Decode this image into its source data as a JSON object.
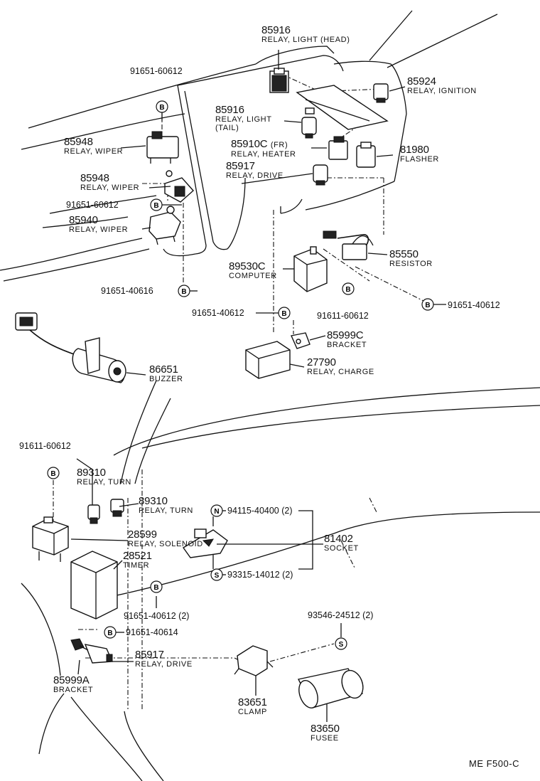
{
  "parts": [
    {
      "id": "head-light-relay",
      "number": "85916",
      "name": "RELAY, LIGHT (HEAD)"
    },
    {
      "id": "ignition-relay",
      "number": "85924",
      "name": "RELAY, IGNITION"
    },
    {
      "id": "tail-light-relay",
      "number": "85916",
      "name": "RELAY, LIGHT",
      "name2": "(TAIL)"
    },
    {
      "id": "heater-relay",
      "number": "85910C",
      "suffix": "(FR)",
      "name": "RELAY, HEATER"
    },
    {
      "id": "flasher",
      "number": "81980",
      "name": "FLASHER"
    },
    {
      "id": "drive-relay-top",
      "number": "85917",
      "name": "RELAY, DRIVE"
    },
    {
      "id": "wiper-relay-1",
      "number": "85948",
      "name": "RELAY, WIPER"
    },
    {
      "id": "wiper-relay-2",
      "number": "85948",
      "name": "RELAY, WIPER"
    },
    {
      "id": "wiper-relay-3",
      "number": "85940",
      "name": "RELAY, WIPER"
    },
    {
      "id": "computer",
      "number": "89530C",
      "name": "COMPUTER"
    },
    {
      "id": "resistor",
      "number": "85550",
      "name": "RESISTOR"
    },
    {
      "id": "bracket-c",
      "number": "85999C",
      "name": "BRACKET"
    },
    {
      "id": "charge-relay",
      "number": "27790",
      "name": "RELAY, CHARGE"
    },
    {
      "id": "buzzer",
      "number": "86651",
      "name": "BUZZER"
    },
    {
      "id": "turn-relay-1",
      "number": "89310",
      "name": "RELAY, TURN"
    },
    {
      "id": "turn-relay-2",
      "number": "89310",
      "name": "RELAY, TURN"
    },
    {
      "id": "solenoid-relay",
      "number": "28599",
      "name": "RELAY, SOLENOID"
    },
    {
      "id": "timer",
      "number": "28521",
      "name": "TIMER"
    },
    {
      "id": "socket",
      "number": "81402",
      "name": "SOCKET"
    },
    {
      "id": "drive-relay-bottom",
      "number": "85917",
      "name": "RELAY, DRIVE"
    },
    {
      "id": "bracket-a",
      "number": "85999A",
      "name": "BRACKET"
    },
    {
      "id": "clamp",
      "number": "83651",
      "name": "CLAMP"
    },
    {
      "id": "fusee",
      "number": "83650",
      "name": "FUSEE"
    }
  ],
  "refs": {
    "r1": "91651-60612",
    "r2": "91651-60612",
    "r3": "91651-40616",
    "r4": "91651-40612",
    "r5": "91611-60612",
    "r6": "91651-40612",
    "r7": "91611-60612",
    "r8": "94115-40400 (2)",
    "r9": "93315-14012 (2)",
    "r10": "91651-40612 (2)",
    "r11": "91651-40614",
    "r12": "93546-24512 (2)"
  },
  "markers": {
    "bolt": "B",
    "nut": "N",
    "screw": "S"
  },
  "figure_code": "ME  F500-C"
}
